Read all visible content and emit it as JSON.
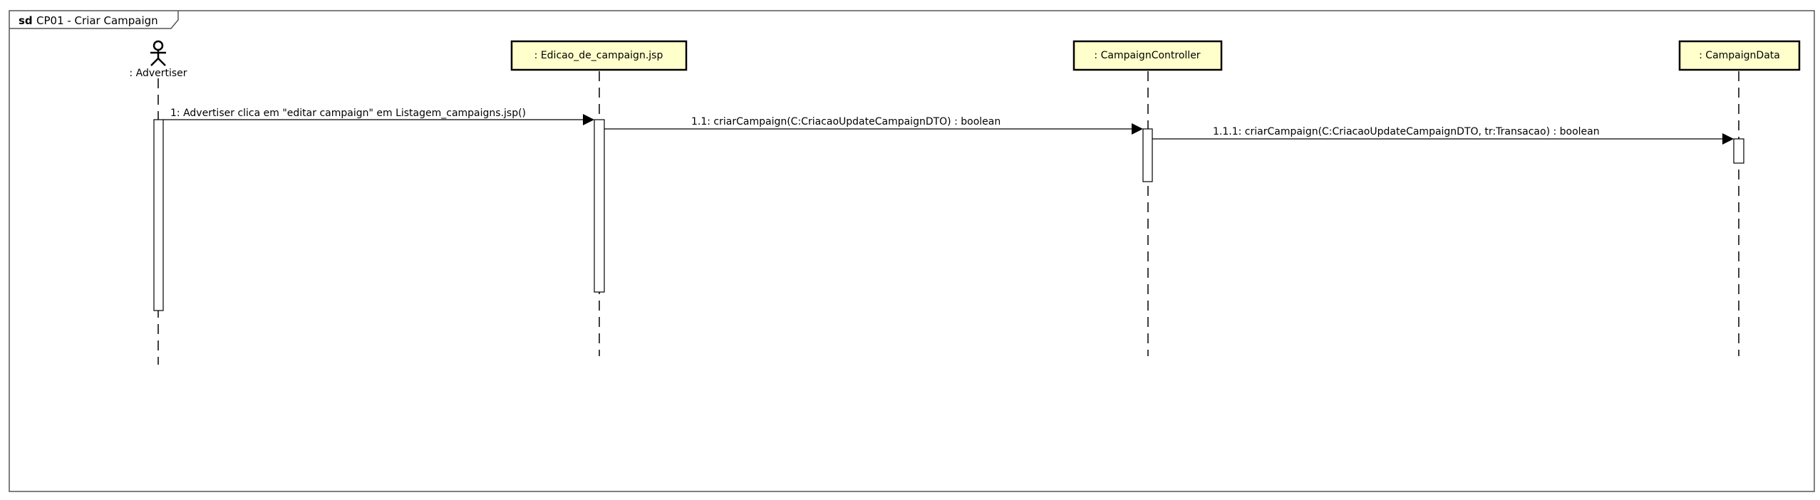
{
  "frame": {
    "keyword": "sd",
    "title": "CP01 - Criar Campaign"
  },
  "participants": [
    {
      "id": "advertiser",
      "label": ": Advertiser",
      "kind": "actor"
    },
    {
      "id": "edicao",
      "label": ": Edicao_de_campaign.jsp",
      "kind": "object"
    },
    {
      "id": "controller",
      "label": ": CampaignController",
      "kind": "object"
    },
    {
      "id": "data",
      "label": ": CampaignData",
      "kind": "object"
    }
  ],
  "messages": [
    {
      "id": "m1",
      "label": "1: Advertiser clica em \"editar campaign\" em Listagem_campaigns.jsp()",
      "from": "advertiser",
      "to": "edicao"
    },
    {
      "id": "m2",
      "label": "1.1: criarCampaign(C:CriacaoUpdateCampaignDTO) : boolean",
      "from": "edicao",
      "to": "controller"
    },
    {
      "id": "m3",
      "label": "1.1.1: criarCampaign(C:CriacaoUpdateCampaignDTO, tr:Transacao) : boolean",
      "from": "controller",
      "to": "data"
    }
  ],
  "colors": {
    "participant_fill": "#FFFFCC",
    "line": "#000000",
    "frame_border": "#555555",
    "activation_fill": "#FFFFFF"
  }
}
